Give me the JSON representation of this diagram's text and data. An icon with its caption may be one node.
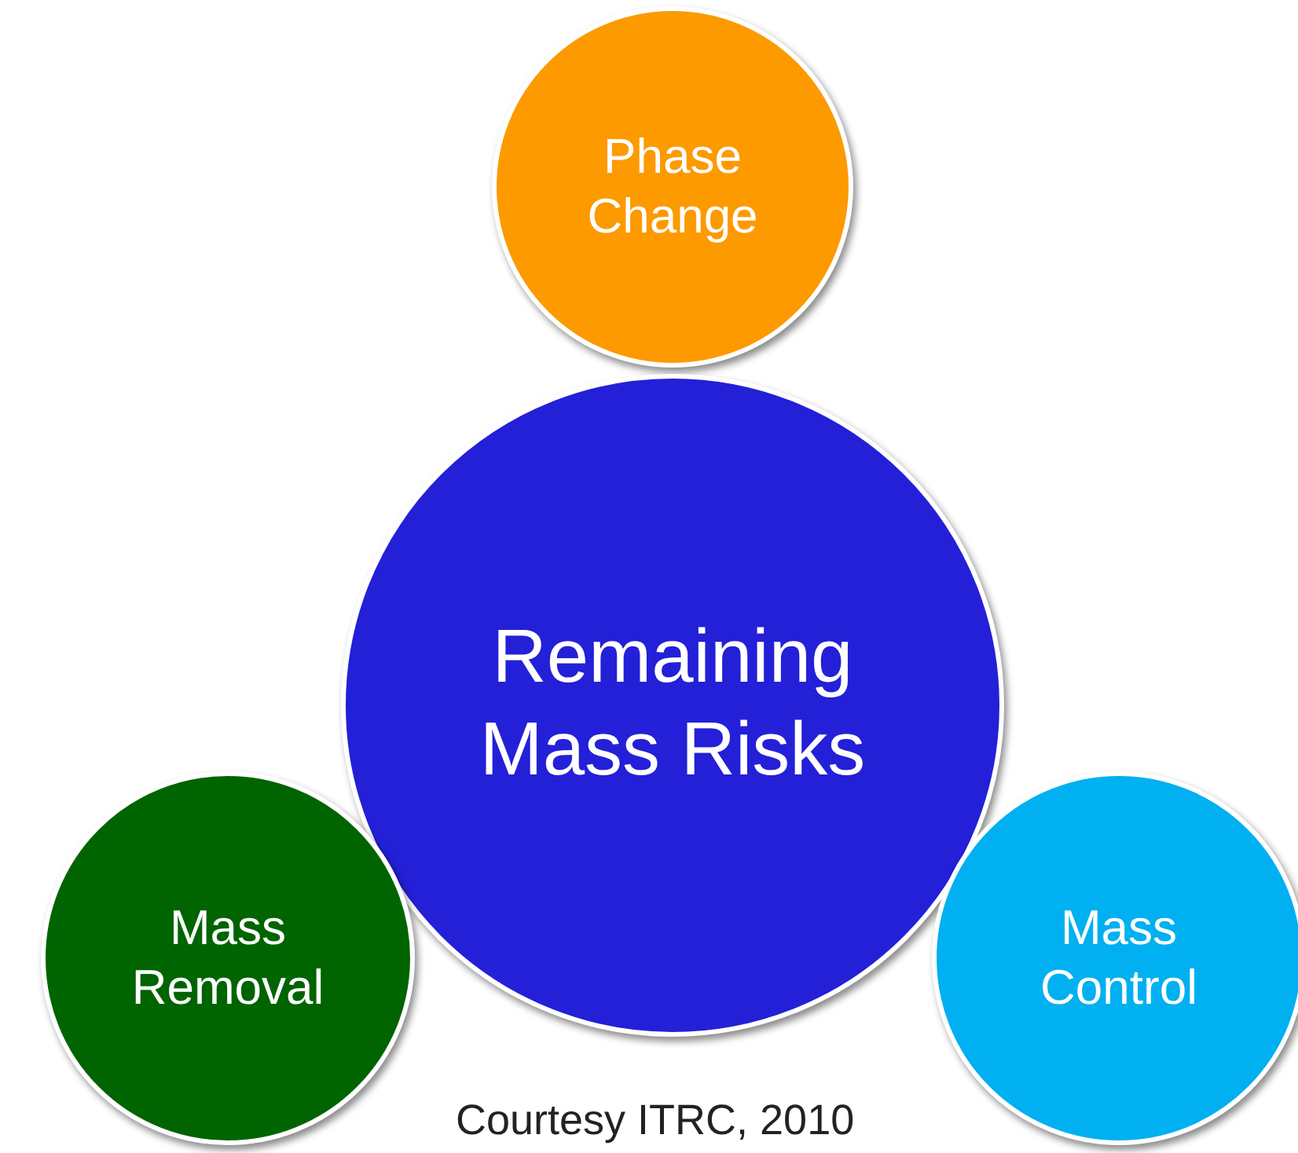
{
  "diagram": {
    "nodes": [
      {
        "text": [
          "Phase Change"
        ]
      },
      {
        "text": [
          "Remaining Mass Risks"
        ]
      },
      {
        "text": [
          "Mass Removal"
        ]
      },
      {
        "text": [
          "Mass Control"
        ]
      }
    ],
    "labels": [
      "Courtesy ITRC, 2010"
    ]
  }
}
